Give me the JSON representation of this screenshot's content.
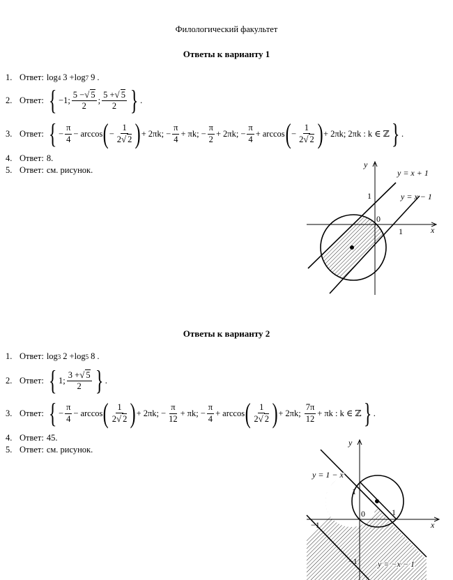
{
  "faculty": "Филологический факультет",
  "variant1": {
    "heading": "Ответы к варианту 1",
    "answers": [
      {
        "num": "1.",
        "label": "Ответ:",
        "log_a_base": "4",
        "log_a_arg": "3",
        "log_b_base": "7",
        "log_b_arg": "9",
        "tail": "."
      },
      {
        "num": "2.",
        "label": "Ответ:",
        "first": "−1;",
        "frac1_num_a": "5 −",
        "frac1_sqrt": "5",
        "frac1_den": "2",
        "frac2_num_a": "5 +",
        "frac2_sqrt": "5",
        "frac2_den": "2",
        "tail": "."
      },
      {
        "num": "3.",
        "label": "Ответ:"
      },
      {
        "num": "4.",
        "label": "Ответ:",
        "value": "8."
      },
      {
        "num": "5.",
        "label": "Ответ:",
        "value": "см. рисунок."
      }
    ],
    "figure": {
      "axis_x": "x",
      "axis_y": "y",
      "line_upper": "y = x + 1",
      "line_lower": "y = x − 1",
      "tick_one_y": "1",
      "tick_one_x": "1",
      "origin": "0"
    }
  },
  "variant2": {
    "heading": "Ответы к варианту 2",
    "answers": [
      {
        "num": "1.",
        "label": "Ответ:",
        "log_a_base": "3",
        "log_a_arg": "2",
        "log_b_base": "5",
        "log_b_arg": "8",
        "tail": "."
      },
      {
        "num": "2.",
        "label": "Ответ:",
        "first": "1;",
        "frac_num_a": "3 +",
        "frac_sqrt": "5",
        "frac_den": "2",
        "tail": "."
      },
      {
        "num": "3.",
        "label": "Ответ:"
      },
      {
        "num": "4.",
        "label": "Ответ:",
        "value": "45."
      },
      {
        "num": "5.",
        "label": "Ответ:",
        "value": "см. рисунок."
      }
    ],
    "figure": {
      "axis_x": "x",
      "axis_y": "y",
      "line_upper": "y = 1 − x",
      "line_lower": "y = −x − 1",
      "tick_one_y": "1",
      "tick_one_x": "1",
      "tick_minus_one_x": "−1",
      "tick_minus_one_y": "−1",
      "origin": "0"
    }
  },
  "math": {
    "log": "log",
    "arccos": "arccos",
    "minus": "−",
    "plus": "+",
    "pi": "π",
    "one": "1",
    "two": "2",
    "four": "4",
    "twelve": "12",
    "seven_pi": "7π",
    "two_pi_k": "2πk",
    "pi_k": "πk",
    "k_in_z": "2πk : k ∈ ℤ",
    "k_in_z2": "πk : k ∈ ℤ",
    "semicolon": ";",
    "brace_open": "{",
    "brace_close": "}",
    "paren_open": "(",
    "paren_close": ")",
    "dot": "."
  }
}
